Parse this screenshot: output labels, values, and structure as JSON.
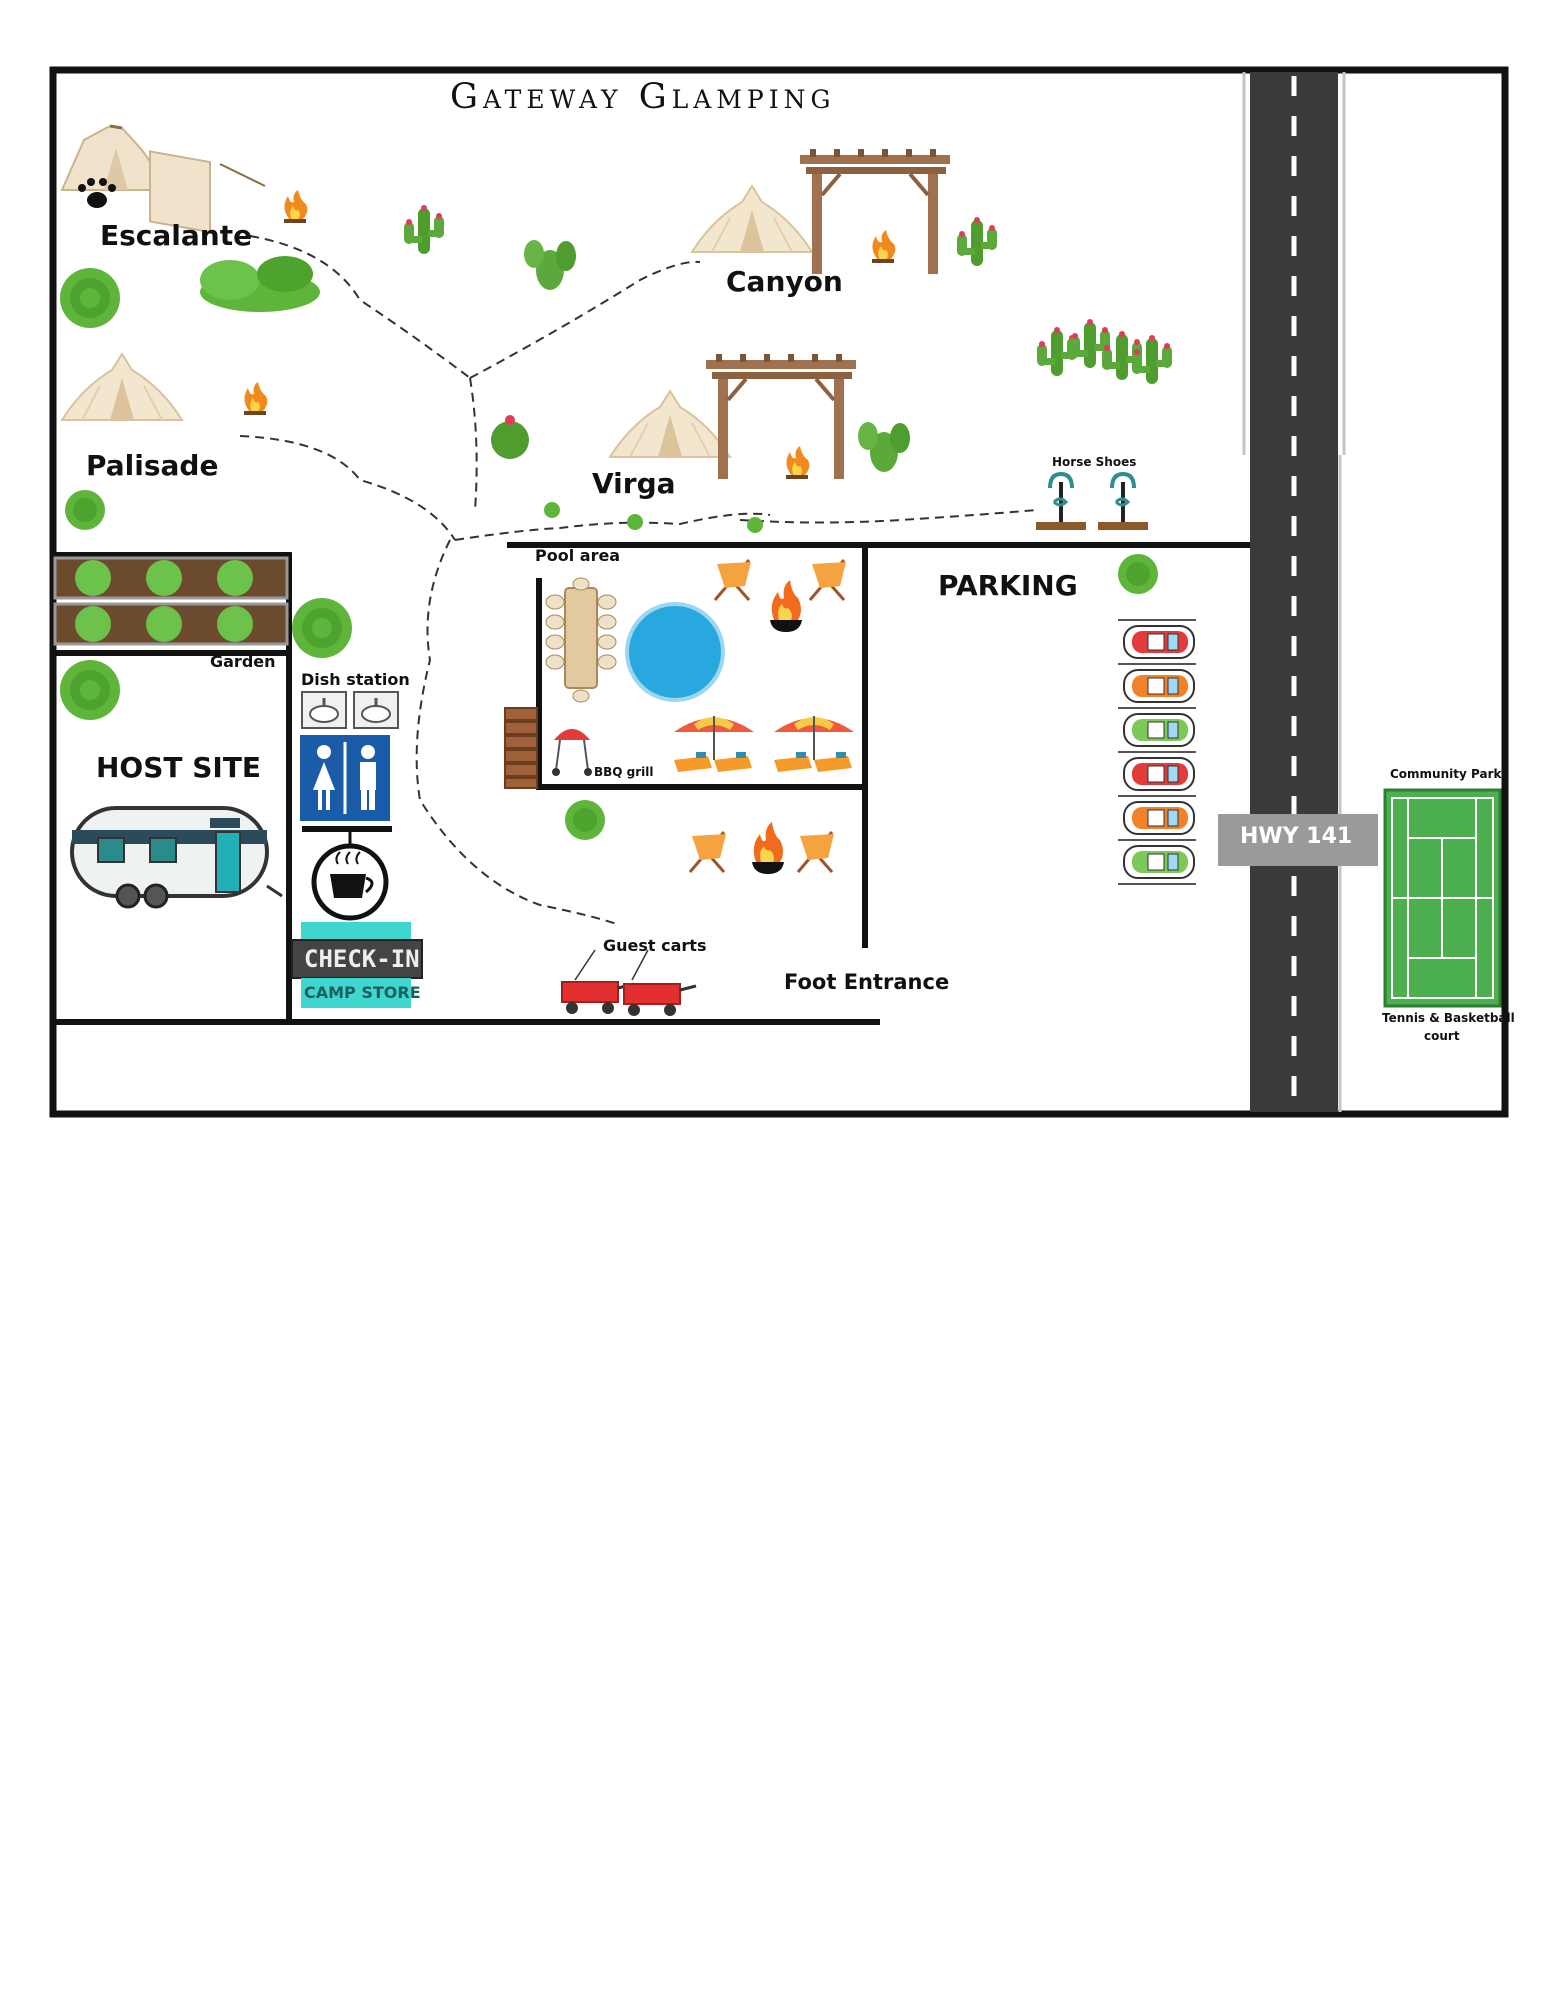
{
  "map": {
    "title": "Gateway Glamping",
    "sites": {
      "escalante": "Escalante",
      "canyon": "Canyon",
      "palisade": "Palisade",
      "virga": "Virga",
      "host_site": "HOST SITE"
    },
    "areas": {
      "garden": "Garden",
      "dish_station": "Dish station",
      "pool_area": "Pool area",
      "bbq_grill": "BBQ grill",
      "parking": "PARKING",
      "horse_shoes": "Horse Shoes",
      "guest_carts": "Guest carts",
      "foot_entrance": "Foot Entrance",
      "community_park": "Community Park",
      "court_line1": "Tennis & Basketball",
      "court_line2": "court"
    },
    "signs": {
      "check_in": "CHECK-IN",
      "camp_store": "CAMP STORE"
    },
    "road": {
      "label": "HWY 141"
    },
    "colors": {
      "road": "#3a3a3a",
      "court": "#4caf50",
      "pool": "#29a8e0",
      "camp_store_bg": "#3fd6d0",
      "restroom_sign": "#1a5ca8",
      "tent": "#f1e3cb",
      "pergola": "#a0714f",
      "cactus": "#4f9c2f",
      "bush": "#5fb53a",
      "fire": "#f08a1c"
    },
    "icons": [
      "tent-icon",
      "paw-icon",
      "campfire-icon",
      "pergola-icon",
      "cactus-icon",
      "bush-icon",
      "restroom-icon",
      "sink-icon",
      "coffee-icon",
      "trailer-icon",
      "pool-icon",
      "dining-table-icon",
      "bbq-grill-icon",
      "firewood-icon",
      "umbrella-lounger-icon",
      "chair-icon",
      "car-icon",
      "wagon-icon",
      "horseshoe-stake-icon",
      "court-icon"
    ]
  }
}
